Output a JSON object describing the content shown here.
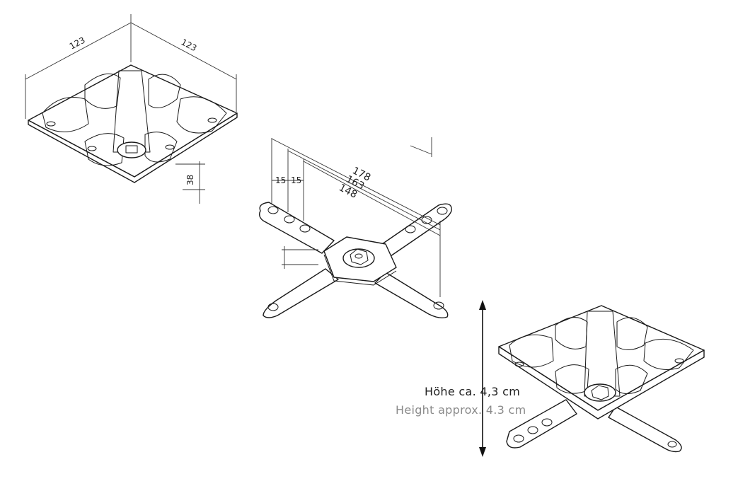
{
  "dimensions": {
    "top_width_left": "123",
    "top_width_right": "123",
    "height_top": "38",
    "arm_178": "178",
    "arm_163": "163",
    "arm_148": "148",
    "spacing_a": "15",
    "spacing_b": "15"
  },
  "height_label": {
    "german": "Höhe ca. 4,3 cm",
    "english": "Height approx. 4.3 cm"
  }
}
